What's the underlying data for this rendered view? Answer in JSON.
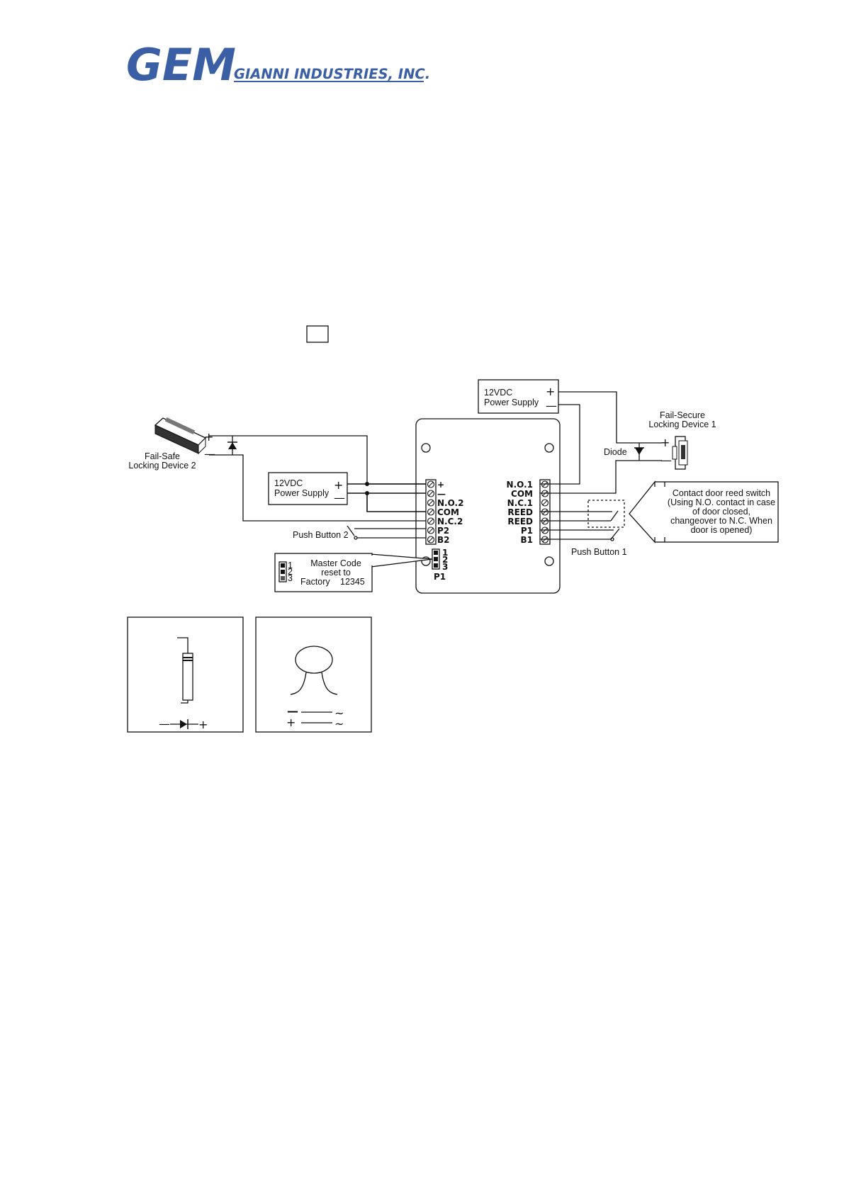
{
  "logo": {
    "brand": "GEM",
    "registered": "®",
    "company": "GIANNI INDUSTRIES, INC.",
    "color": "#3b5fa5"
  },
  "diagram": {
    "power_supply": {
      "line1": "12VDC",
      "line2": "Power Supply",
      "plus": "+",
      "minus": "—"
    },
    "fail_safe": {
      "line1": "Fail-Safe",
      "line2": "Locking Device 2",
      "plus": "+",
      "minus": "—"
    },
    "fail_secure": {
      "line1": "Fail-Secure",
      "line2": "Locking Device 1",
      "plus": "+",
      "minus": "—"
    },
    "diode_label": "Diode",
    "left_terminals": [
      "+",
      "—",
      "N.O.2",
      "COM",
      "N.C.2",
      "P2",
      "B2"
    ],
    "right_terminals": [
      "N.O.1",
      "COM",
      "N.C.1",
      "REED",
      "REED",
      "P1",
      "B1"
    ],
    "jumper": {
      "pins": [
        "1",
        "2",
        "3"
      ],
      "label": "P1"
    },
    "push_button_2": "Push Button 2",
    "push_button_1": "Push Button 1",
    "master_code": {
      "line1": "Master Code",
      "line2": "reset to",
      "line3_a": "Factory",
      "line3_b": "12345",
      "pins": [
        "1",
        "2",
        "3"
      ]
    },
    "reed_note": {
      "line1": "Contact door reed switch",
      "line2": "(Using N.O. contact in case",
      "line3": "of door closed,",
      "line4": "changeover to N.C. When",
      "line5": "door is opened)"
    },
    "legend_diode": {
      "minus": "—",
      "plus": "+"
    },
    "legend_varistor": {
      "minus": "—",
      "plus": "+",
      "tilde": "~"
    }
  }
}
